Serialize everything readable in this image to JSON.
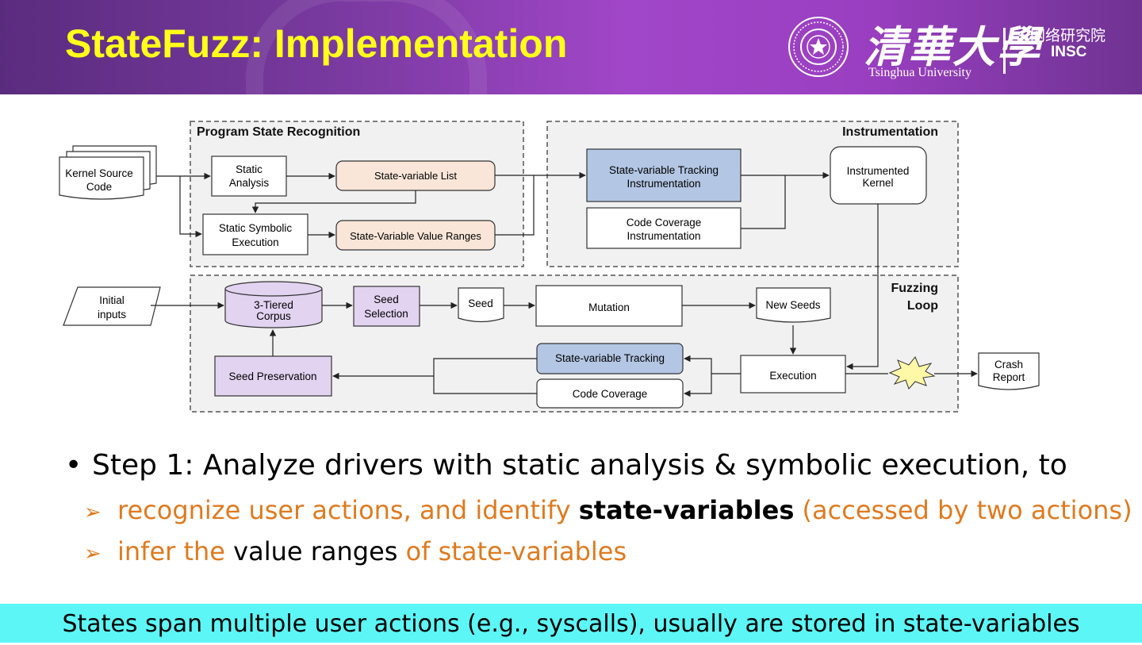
{
  "header": {
    "title": "StateFuzz: Implementation",
    "logo_cn": "清華大學",
    "logo_en": "Tsinghua University",
    "lab_cn": "网络研究院",
    "lab_en": "INSC"
  },
  "diagram": {
    "groups": {
      "psr": "Program State Recognition",
      "instr": "Instrumentation",
      "fuzz_line1": "Fuzzing",
      "fuzz_line2": "Loop"
    },
    "nodes": {
      "kernel_src_1": "Kernel Source",
      "kernel_src_2": "Code",
      "static_1": "Static",
      "static_2": "Analysis",
      "sym_1": "Static Symbolic",
      "sym_2": "Execution",
      "sv_list": "State-variable List",
      "sv_ranges": "State-Variable Value Ranges",
      "svt_instr_1": "State-variable Tracking",
      "svt_instr_2": "Instrumentation",
      "cc_instr_1": "Code Coverage",
      "cc_instr_2": "Instrumentation",
      "ik_1": "Instrumented",
      "ik_2": "Kernel",
      "init_1": "Initial",
      "init_2": "inputs",
      "corpus_1": "3-Tiered",
      "corpus_2": "Corpus",
      "seedsel_1": "Seed",
      "seedsel_2": "Selection",
      "seed": "Seed",
      "mutation": "Mutation",
      "new_seeds": "New Seeds",
      "execution": "Execution",
      "svt": "State-variable Tracking",
      "cc": "Code Coverage",
      "seed_pres": "Seed Preservation",
      "crash_1": "Crash",
      "crash_2": "Report"
    }
  },
  "bullets": {
    "main": "Step 1: Analyze drivers with static analysis & symbolic execution, to",
    "sub1_a": "recognize user actions, and identify ",
    "sub1_b": "state-variables",
    "sub1_c": " (accessed by two actions)",
    "sub2_a": "infer the ",
    "sub2_b": "value ranges ",
    "sub2_c": "of state-variables"
  },
  "footer": "States span multiple user actions (e.g., syscalls), usually are stored in state-variables",
  "colors": {
    "title": "#ffff1a",
    "orange_text": "#e07a1f",
    "footer_bg": "#5cf6f6",
    "peach_box": "#f9e6d8",
    "blue_box": "#b3c6e4",
    "purple_box": "#e2d3f1"
  }
}
